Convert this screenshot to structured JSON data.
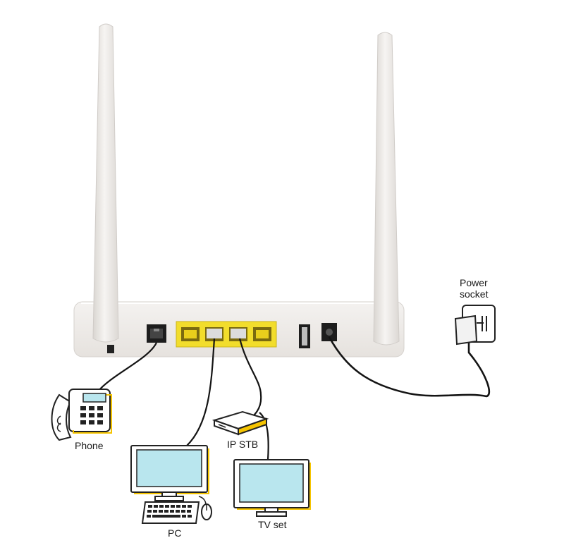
{
  "labels": {
    "power_socket_line1": "Power",
    "power_socket_line2": "socket",
    "phone": "Phone",
    "ip_stb": "IP STB",
    "pc": "PC",
    "tv_set": "TV set"
  },
  "colors": {
    "router_body": "#f1efed",
    "lan_ports": "#f2dd2c",
    "device_screen": "#b9e6ee",
    "device_accent": "#f5c400",
    "cable": "#141414"
  }
}
